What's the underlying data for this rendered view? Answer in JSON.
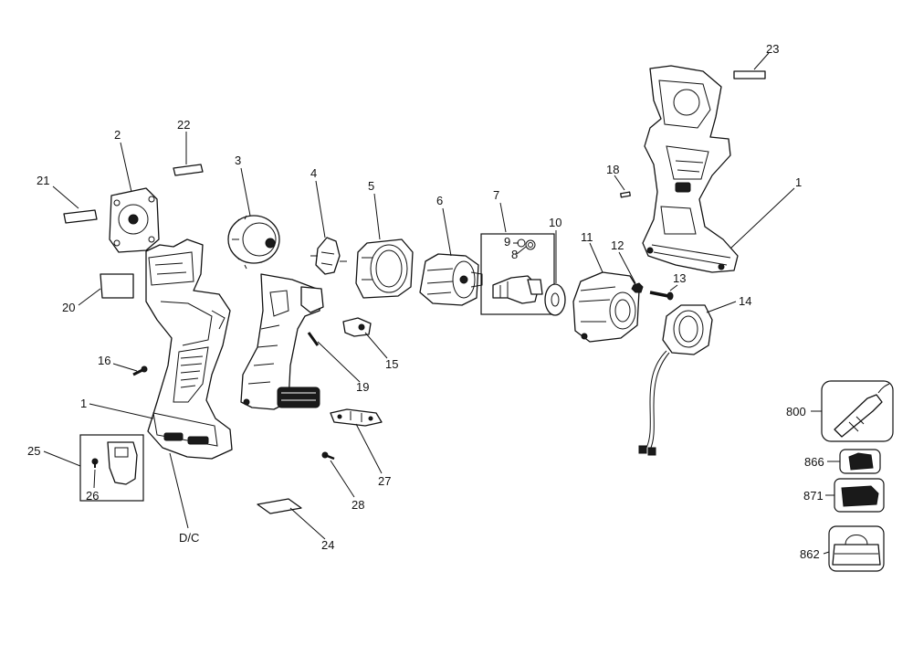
{
  "labels": {
    "l1a": "1",
    "l1b": "1",
    "l2": "2",
    "l3": "3",
    "l4": "4",
    "l5": "5",
    "l6": "6",
    "l7": "7",
    "l8": "8",
    "l9": "9",
    "l10": "10",
    "l11": "11",
    "l12": "12",
    "l13": "13",
    "l14": "14",
    "l15": "15",
    "l16": "16",
    "l18": "18",
    "l19": "19",
    "l20": "20",
    "l21": "21",
    "l22": "22",
    "l23": "23",
    "l24": "24",
    "l25": "25",
    "l26": "26",
    "l27": "27",
    "l28": "28",
    "ldc": "D/C",
    "l800": "800",
    "l862": "862",
    "l866": "866",
    "l871": "871"
  }
}
